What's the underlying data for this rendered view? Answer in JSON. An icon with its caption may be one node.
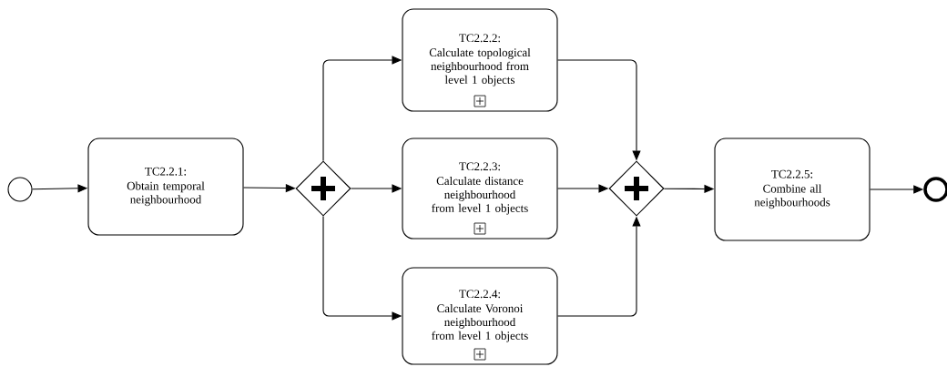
{
  "diagram": {
    "nodes": [
      {
        "text": [],
        "shape": "circle"
      },
      {
        "text": [
          "TC2.2.1:",
          "Obtain temporal neighbourhood"
        ]
      },
      {
        "text": [],
        "shape": "diamond"
      },
      {
        "text": [
          "TC2.2.2:",
          "Calculate topological neighbourhood from level 1 objects"
        ]
      },
      {
        "text": [
          "TC2.2.3:",
          "Calculate distance neighbourhood from level 1 objects"
        ]
      },
      {
        "text": [
          "TC2.2.4:",
          "Calculate Voronoi neighbourhood from level 1 objects"
        ]
      },
      {
        "text": [],
        "shape": "diamond"
      },
      {
        "text": [
          "TC2.2.5:",
          "Combine all neighbourhoods"
        ]
      },
      {
        "text": [],
        "shape": "circle"
      }
    ],
    "edges": [
      {
        "from": 0,
        "to": 1,
        "arrow": "to"
      },
      {
        "from": 1,
        "to": 2,
        "arrow": "to"
      },
      {
        "from": 2,
        "to": 3,
        "arrow": "to"
      },
      {
        "from": 2,
        "to": 4,
        "arrow": "to"
      },
      {
        "from": 2,
        "to": 5,
        "arrow": "to"
      },
      {
        "from": 3,
        "to": 6,
        "arrow": "to"
      },
      {
        "from": 4,
        "to": 6,
        "arrow": "to"
      },
      {
        "from": 5,
        "to": 6,
        "arrow": "to"
      },
      {
        "from": 6,
        "to": 7,
        "arrow": "to"
      },
      {
        "from": 7,
        "to": 8,
        "arrow": "to"
      }
    ]
  }
}
